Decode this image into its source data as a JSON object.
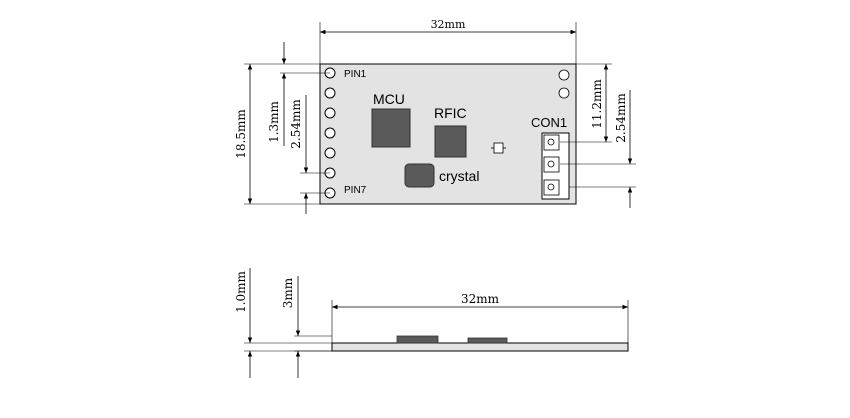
{
  "top_view": {
    "width_dim": "32mm",
    "height_dim": "18.5mm",
    "pin_offset_dim": "1.3mm",
    "pin_pitch_dim": "2.54mm",
    "con_offset_dim": "11.2mm",
    "con_pitch_dim": "2.54mm",
    "pin1_label": "PIN1",
    "pin7_label": "PIN7",
    "mcu_label": "MCU",
    "rfic_label": "RFIC",
    "con1_label": "CON1",
    "crystal_label": "crystal"
  },
  "side_view": {
    "width_dim": "32mm",
    "board_thickness_dim": "1.0mm",
    "total_height_dim": "3mm"
  },
  "colors": {
    "board": "#e3e3e3",
    "chip": "#5a5a5a",
    "line": "#000000"
  }
}
